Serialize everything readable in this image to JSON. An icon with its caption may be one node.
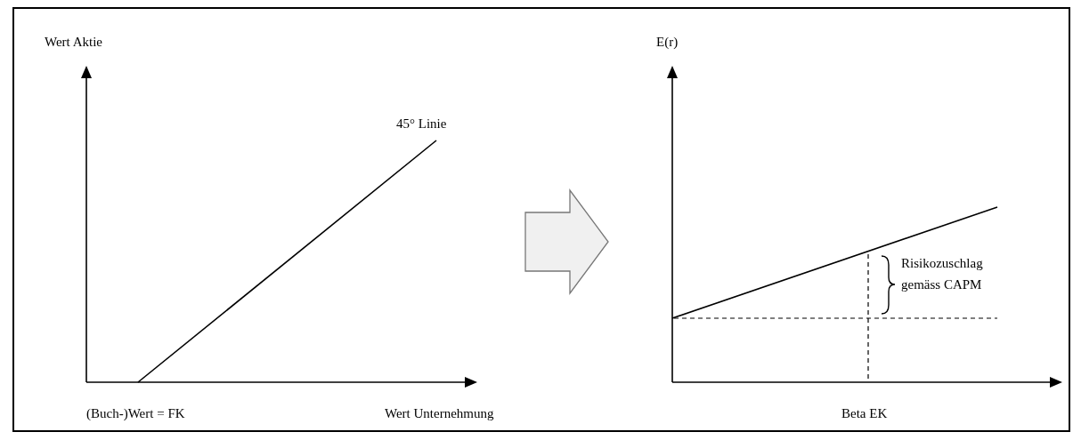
{
  "diagram": {
    "nodes": [
      {
        "text": [],
        "shape": "picture"
      },
      {
        "text": [],
        "shape": "picture"
      }
    ],
    "edges": [
      {
        "from": 0,
        "to": 1,
        "arrow": "to"
      }
    ],
    "labels": [
      "Wert Aktie",
      "E(r)",
      "45° Linie",
      "Risikozuschlag gemäss CAPM",
      "(Buch-)Wert = FK",
      "Wert Unternehmung",
      "Beta EK"
    ]
  }
}
